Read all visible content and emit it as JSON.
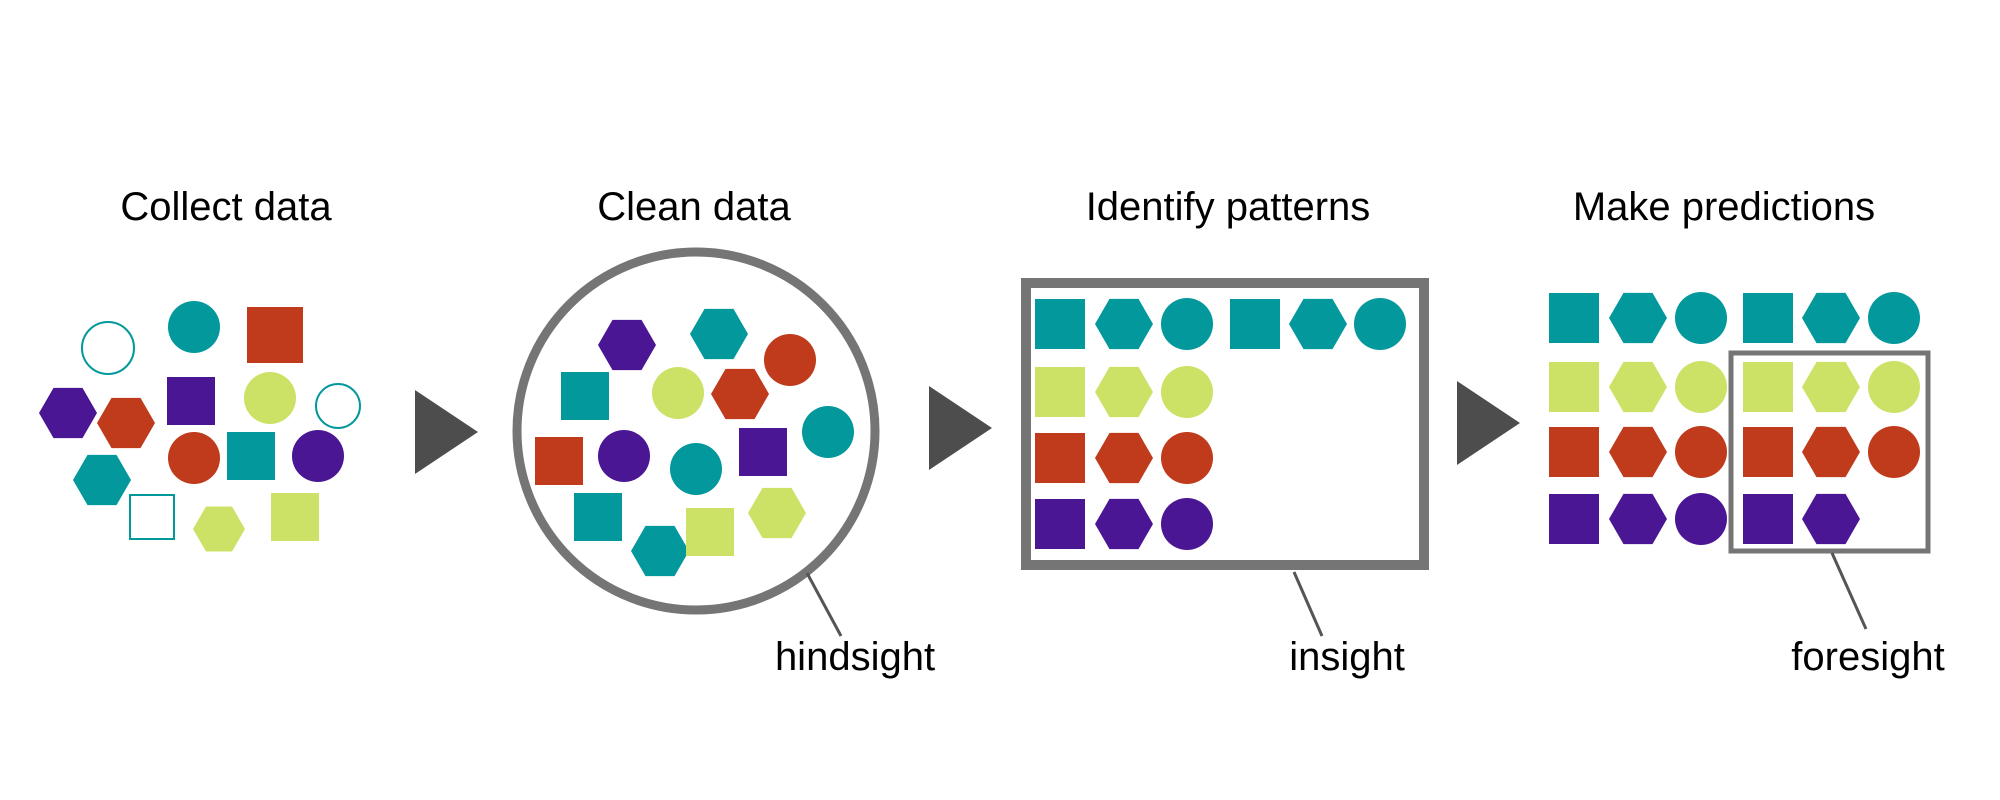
{
  "stages": [
    {
      "title": "Collect data"
    },
    {
      "title": "Clean data",
      "callout": "hindsight"
    },
    {
      "title": "Identify patterns",
      "callout": "insight"
    },
    {
      "title": "Make predictions",
      "callout": "foresight"
    }
  ],
  "colors": {
    "teal": "#03989c",
    "purple": "#4b1693",
    "red": "#bf3b1c",
    "lime": "#cbe266",
    "frame": "#757575",
    "arrow": "#4d4d4d"
  },
  "pattern_rows": [
    "teal",
    "lime",
    "red",
    "purple"
  ]
}
